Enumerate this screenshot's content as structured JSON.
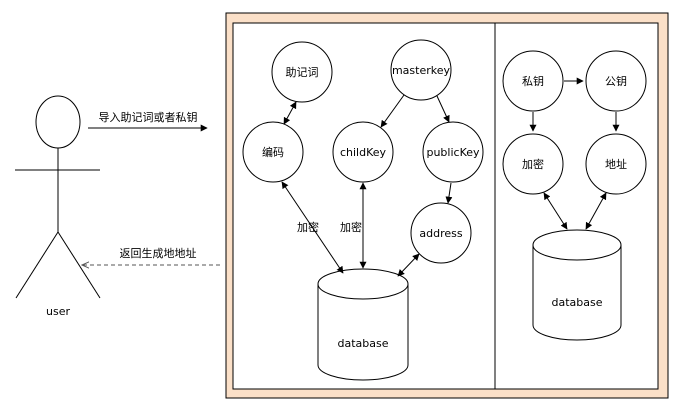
{
  "actor": {
    "label": "user"
  },
  "arrows": {
    "import_label": "导入助记词或者私钥",
    "return_label": "返回生成地地址"
  },
  "left_panel": {
    "mnemonic": "助记词",
    "encode": "编码",
    "masterkey": "masterkey",
    "childkey": "childKey",
    "publickey": "publicKey",
    "address": "address",
    "database": "database",
    "encrypt_label_1": "加密",
    "encrypt_label_2": "加密"
  },
  "right_panel": {
    "private_key": "私钥",
    "public_key": "公钥",
    "encrypt": "加密",
    "address": "地址",
    "database": "database"
  },
  "colors": {
    "outer_fill": "#fbe0c8",
    "panel_fill": "#ffffff",
    "stroke": "#000000",
    "dashed": "#555555"
  }
}
